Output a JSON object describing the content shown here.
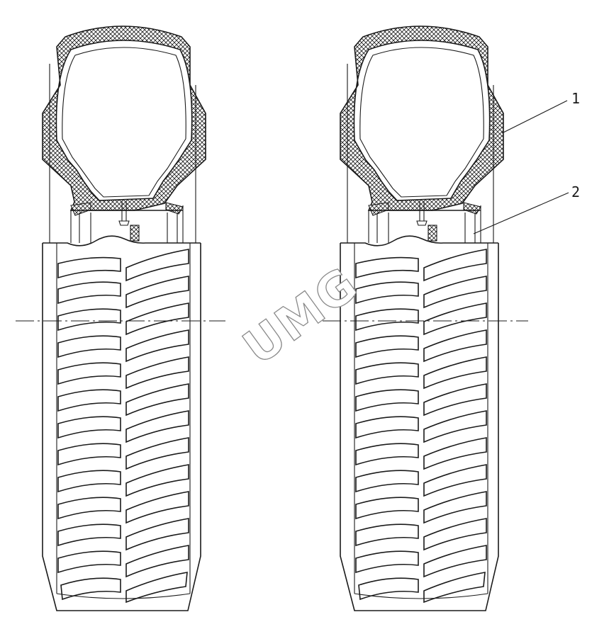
{
  "drawing": {
    "views": [
      {
        "id": "left-view"
      },
      {
        "id": "right-view"
      }
    ],
    "labels": [
      {
        "id": "label-1",
        "text": "1"
      },
      {
        "id": "label-2",
        "text": "2"
      }
    ],
    "watermark": "UMG"
  },
  "colors": {
    "line": "#1a1a1a",
    "background": "#ffffff",
    "watermark_outline": "#8a8a8a"
  }
}
